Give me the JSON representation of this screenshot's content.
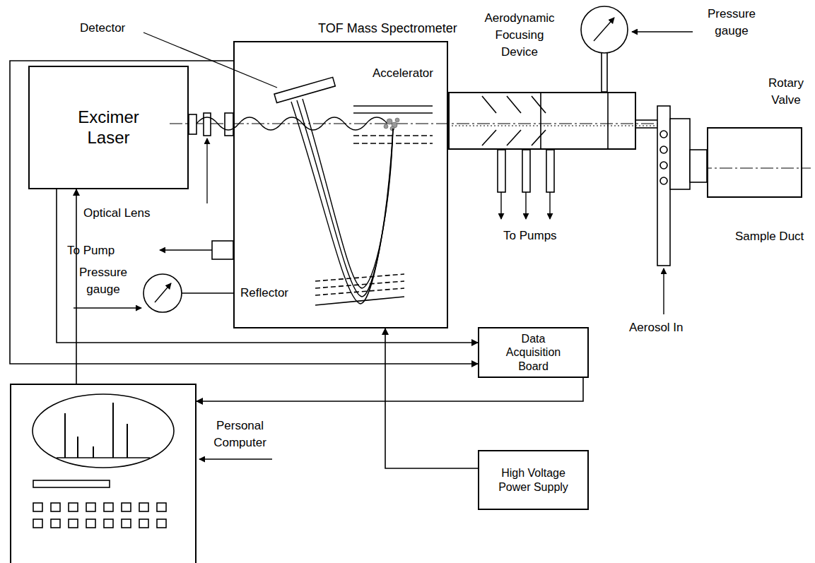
{
  "diagram": {
    "nodes": [
      {
        "text": [
          "Excimer Laser"
        ]
      },
      {
        "text": [
          "TOF Mass Spectrometer"
        ]
      },
      {
        "text": [
          "Aerodynamic Focusing Device"
        ]
      },
      {
        "text": [
          "Rotary Valve"
        ]
      },
      {
        "text": [
          "Data Acquisition Board"
        ]
      },
      {
        "text": [
          "High Voltage Power Supply"
        ]
      },
      {
        "text": [
          "Personal Computer"
        ]
      }
    ],
    "edges": [
      {
        "from": 0,
        "to": 4,
        "arrow": "to"
      },
      {
        "from": 1,
        "to": 4,
        "arrow": "to"
      },
      {
        "from": 4,
        "to": 6,
        "arrow": "to"
      },
      {
        "from": 6,
        "to": 0,
        "arrow": "to"
      },
      {
        "from": 5,
        "to": 1,
        "arrow": "to"
      }
    ],
    "labels": [
      "Detector",
      "Accelerator",
      "Optical Lens",
      "To Pump",
      "Pressure gauge",
      "Reflector",
      "To Pumps",
      "Pressure gauge",
      "Sample Duct",
      "Aerosol In"
    ]
  }
}
